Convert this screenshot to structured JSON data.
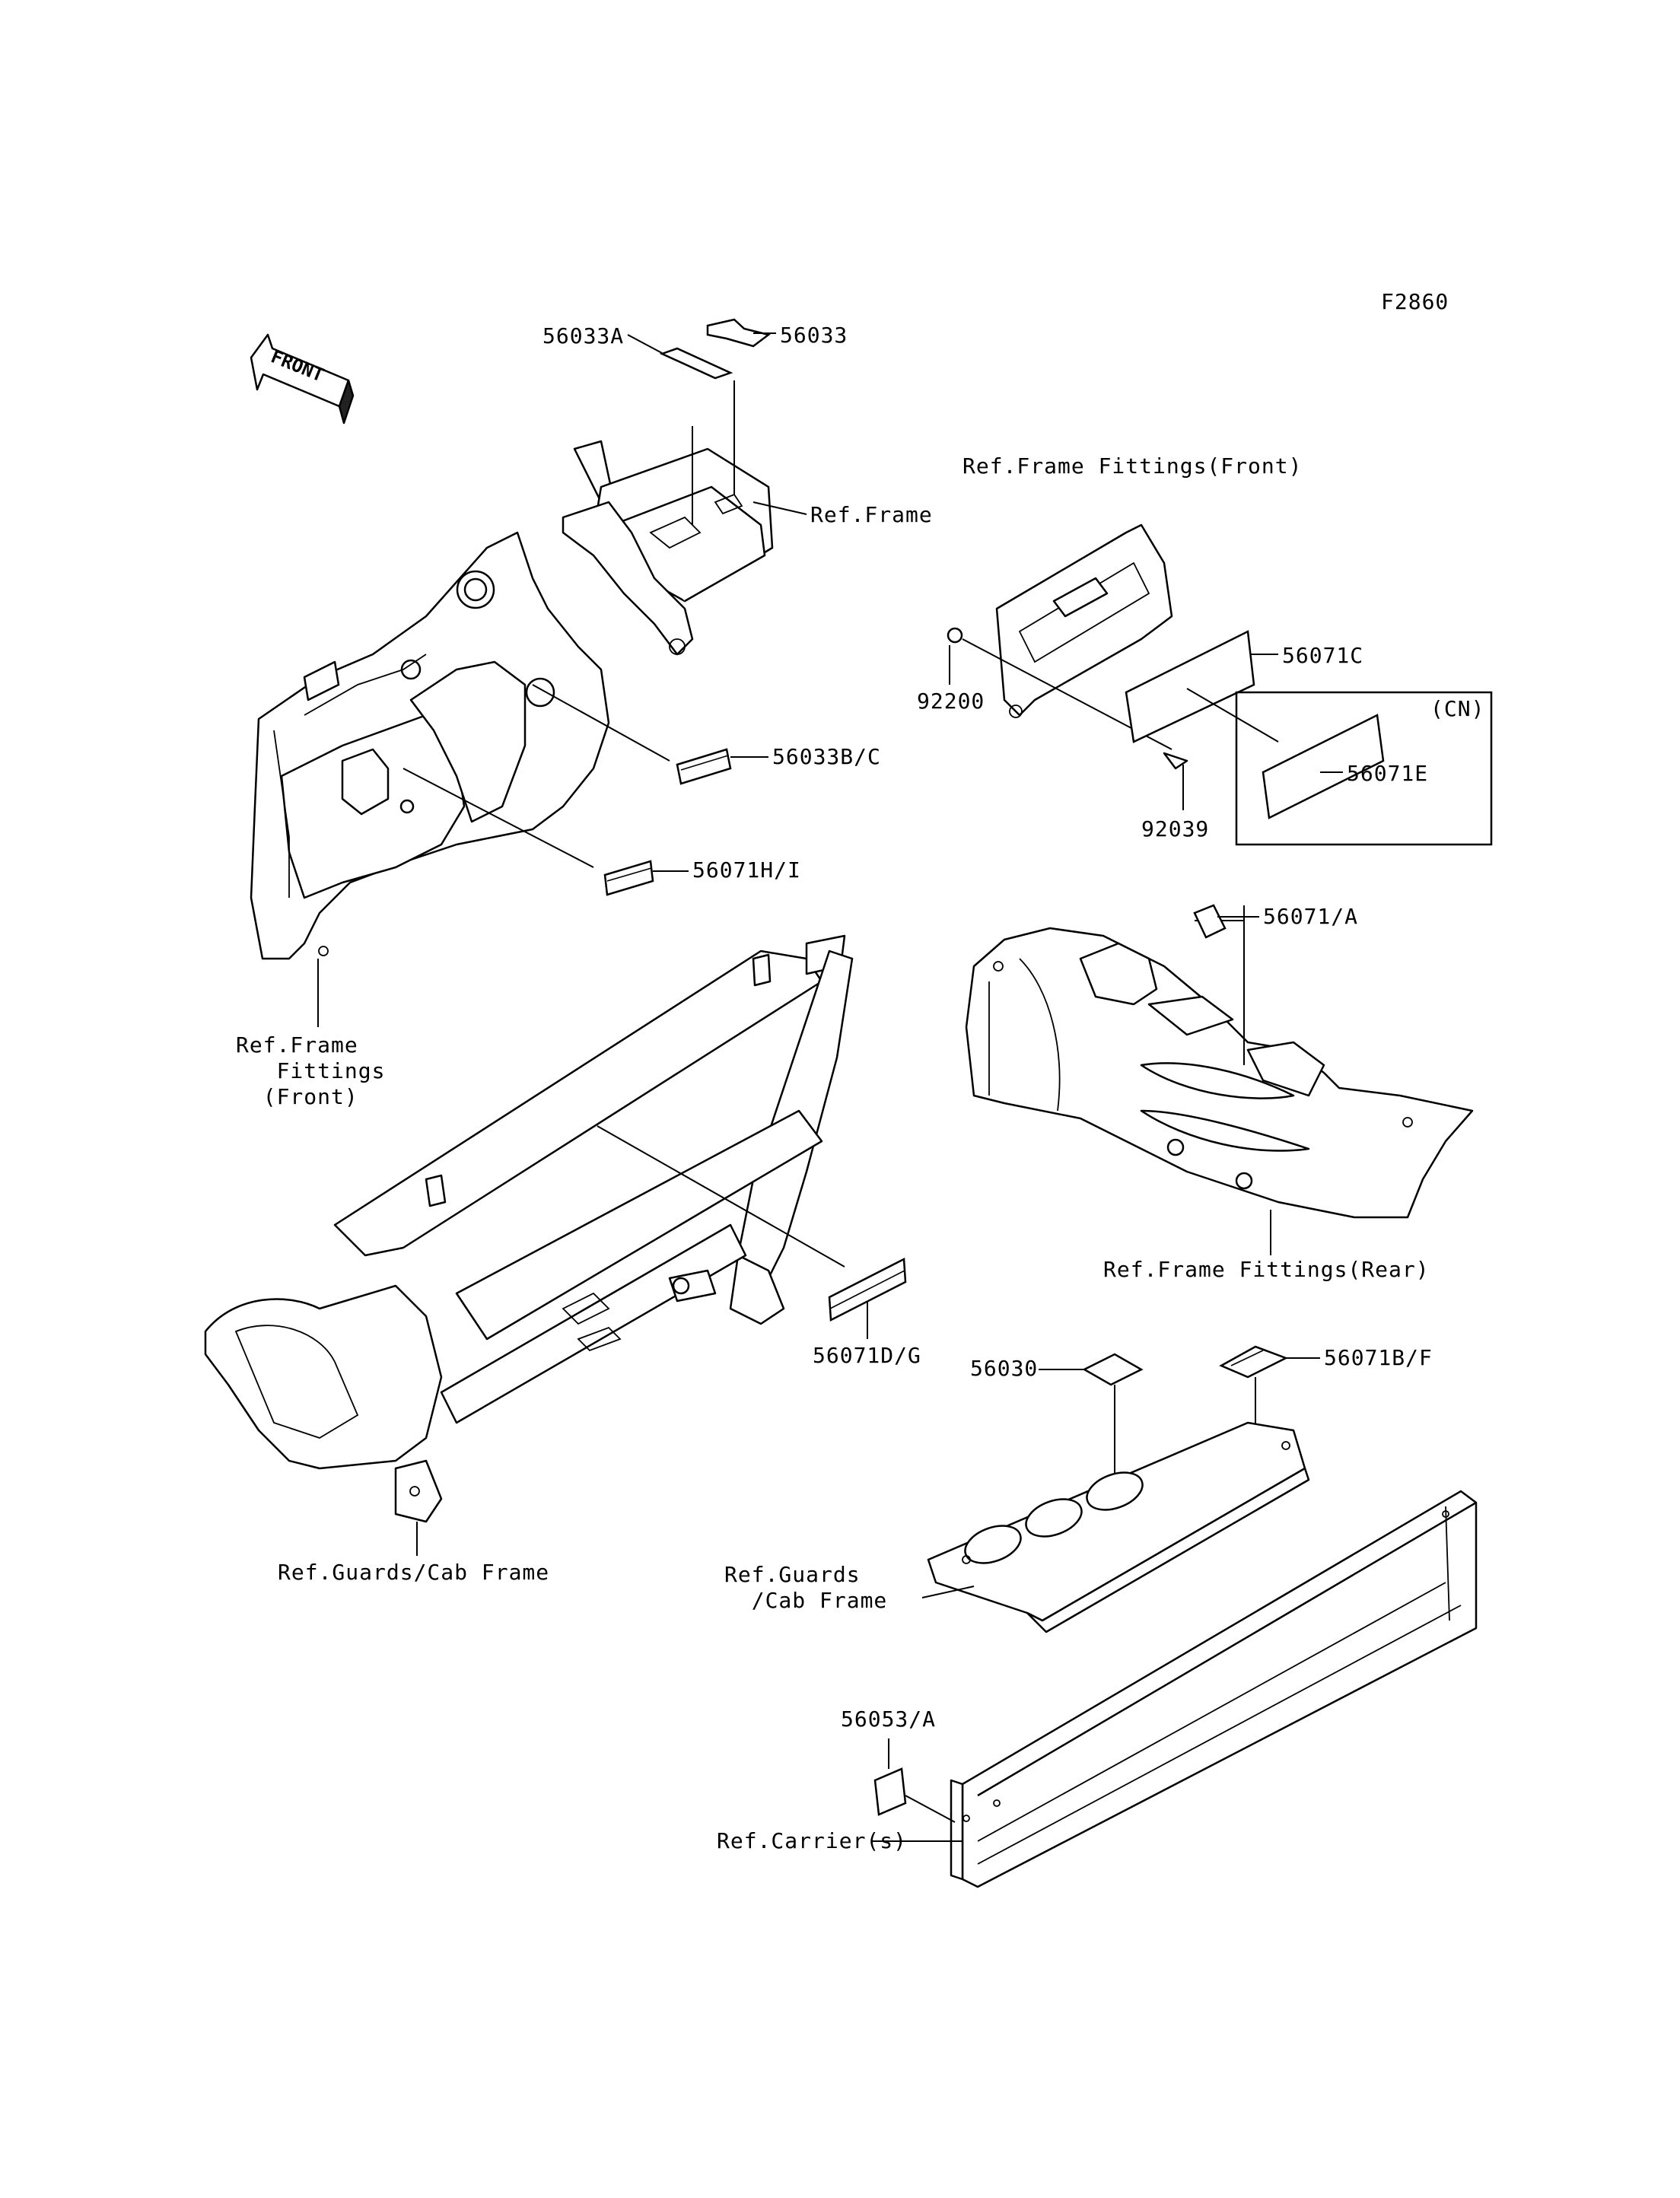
{
  "figure_code": "F2860",
  "front_arrow": "FRONT",
  "labels": {
    "p56033": "56033",
    "p56033A": "56033A",
    "ref_frame": "Ref.Frame",
    "ref_frame_fittings_front_top": "Ref.Frame Fittings(Front)",
    "p56071C": "56071C",
    "p92200": "92200",
    "p56033BC": "56033B/C",
    "cn": "(CN)",
    "p56071E": "56071E",
    "p92039": "92039",
    "p56071HI": "56071H/I",
    "p56071A": "56071/A",
    "ref_frame_fittings_front_left": "Ref.Frame\n   Fittings\n  (Front)",
    "ref_frame_fittings_rear": "Ref.Frame Fittings(Rear)",
    "p56071DG": "56071D/G",
    "p56030": "56030",
    "p56071BF": "56071B/F",
    "ref_guards_cab_left": "Ref.Guards/Cab Frame",
    "ref_guards_cab_right": "Ref.Guards\n  /Cab Frame",
    "p56053A": "56053/A",
    "ref_carriers": "Ref.Carrier(s)"
  }
}
